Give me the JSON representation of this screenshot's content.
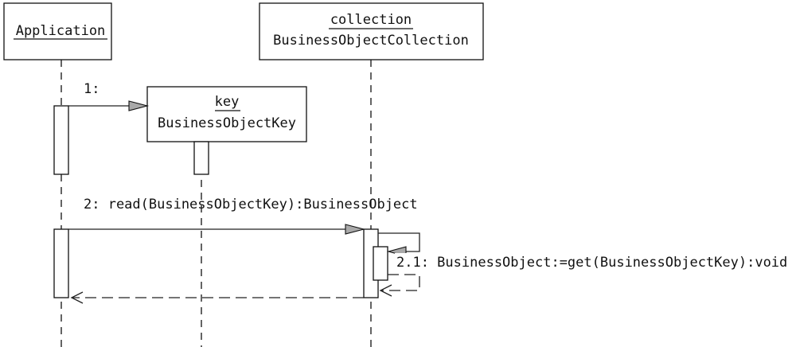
{
  "objects": {
    "application": {
      "name": "Application",
      "type": ""
    },
    "collection": {
      "name": "collection",
      "type": "BusinessObjectCollection"
    },
    "key": {
      "name": "key",
      "type": "BusinessObjectKey"
    }
  },
  "messages": {
    "m1": "1:",
    "m2": "2: read(BusinessObjectKey):BusinessObject",
    "m21": "2.1: BusinessObject:=get(BusinessObjectKey):void"
  }
}
